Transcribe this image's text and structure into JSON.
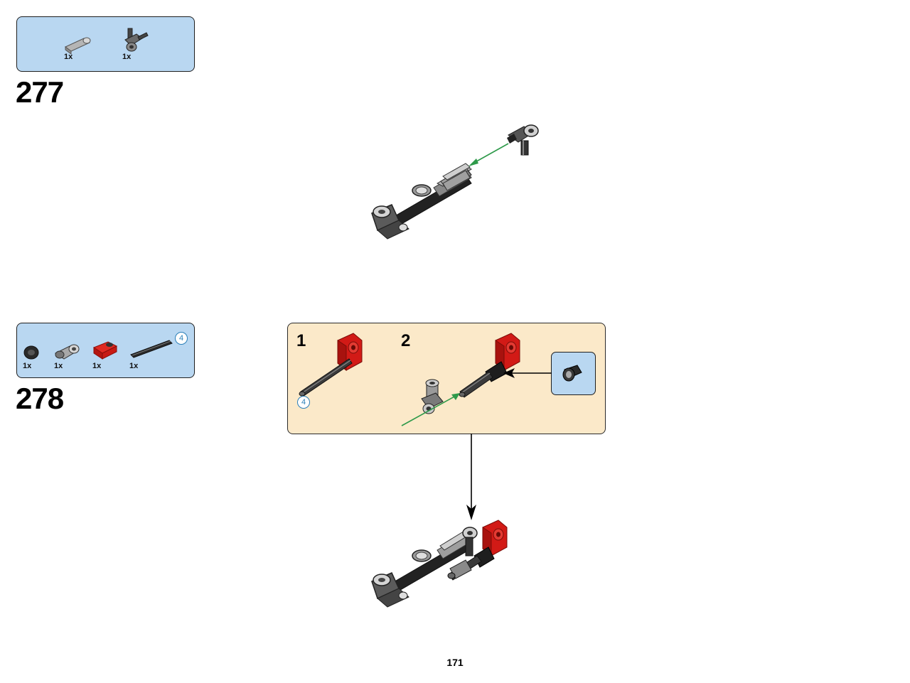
{
  "steps": [
    {
      "number": "277",
      "parts": [
        {
          "qty": "1x",
          "icon": "light-gray-axle-connector"
        },
        {
          "qty": "1x",
          "icon": "dark-gray-angle-connector-with-pin"
        }
      ]
    },
    {
      "number": "278",
      "parts": [
        {
          "qty": "1x",
          "icon": "black-bush"
        },
        {
          "qty": "1x",
          "icon": "gray-cross-connector"
        },
        {
          "qty": "1x",
          "icon": "red-pin-connector"
        },
        {
          "qty": "1x",
          "icon": "black-axle-4"
        }
      ],
      "axle_length": "4"
    }
  ],
  "substeps": [
    {
      "number": "1",
      "axle_length": "4"
    },
    {
      "number": "2"
    }
  ],
  "colors": {
    "parts_box_bg": "#b9d7f1",
    "substep_box_bg": "#fbe9c9",
    "arrow_green": "#2e9a4a",
    "arrow_black": "#000000",
    "brick_red": "#d21a16",
    "brick_dark_gray": "#5b5b5b",
    "brick_light_gray": "#b5b5b5",
    "brick_black": "#222222"
  },
  "page": {
    "number": "171"
  }
}
